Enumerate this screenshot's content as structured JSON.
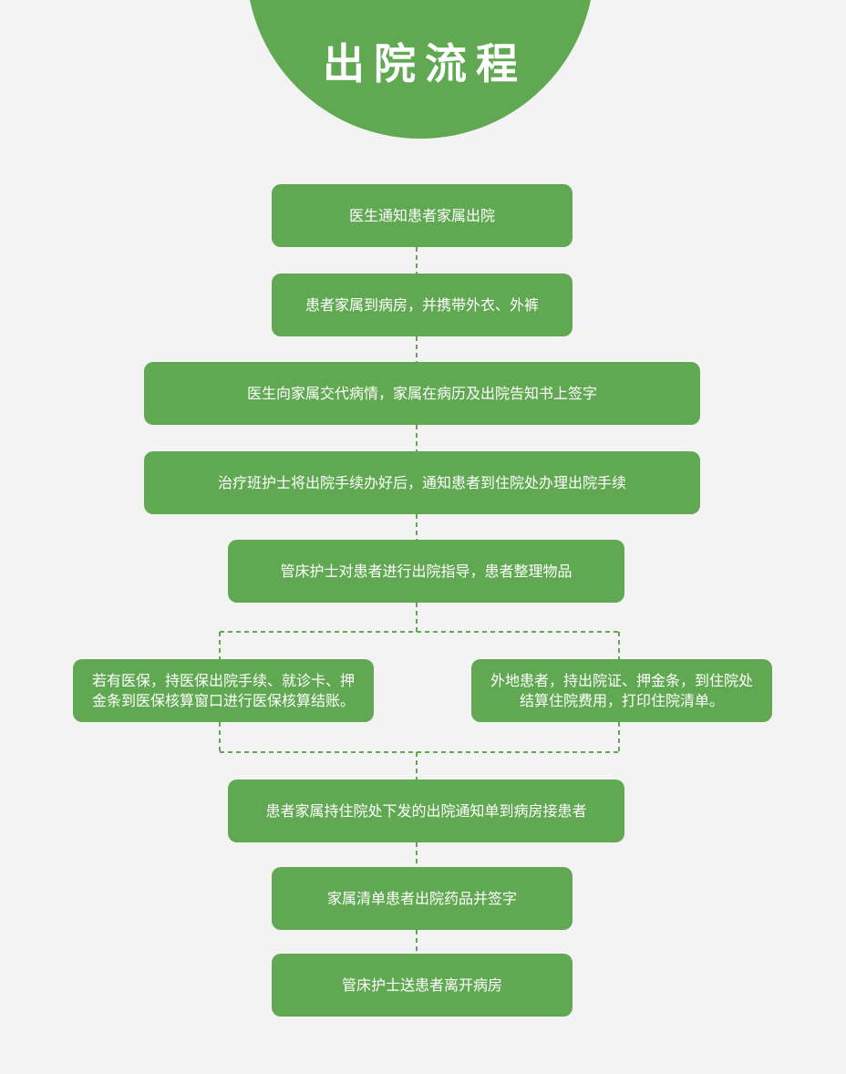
{
  "title": "出院流程",
  "colors": {
    "accent": "#61a852",
    "background": "#f3f3f3",
    "text": "#ffffff"
  },
  "steps": {
    "s1": "医生通知患者家属出院",
    "s2": "患者家属到病房，并携带外衣、外裤",
    "s3": "医生向家属交代病情，家属在病历及出院告知书上签字",
    "s4": "治疗班护士将出院手续办好后，通知患者到住院处办理出院手续",
    "s5": "管床护士对患者进行出院指导，患者整理物品",
    "branch_left": "若有医保，持医保出院手续、就诊卡、押金条到医保核算窗口进行医保核算结账。",
    "branch_right": "外地患者，持出院证、押金条，到住院处结算住院费用，打印住院清单。",
    "s6": "患者家属持住院处下发的出院通知单到病房接患者",
    "s7": "家属清单患者出院药品并签字",
    "s8": "管床护士送患者离开病房"
  }
}
